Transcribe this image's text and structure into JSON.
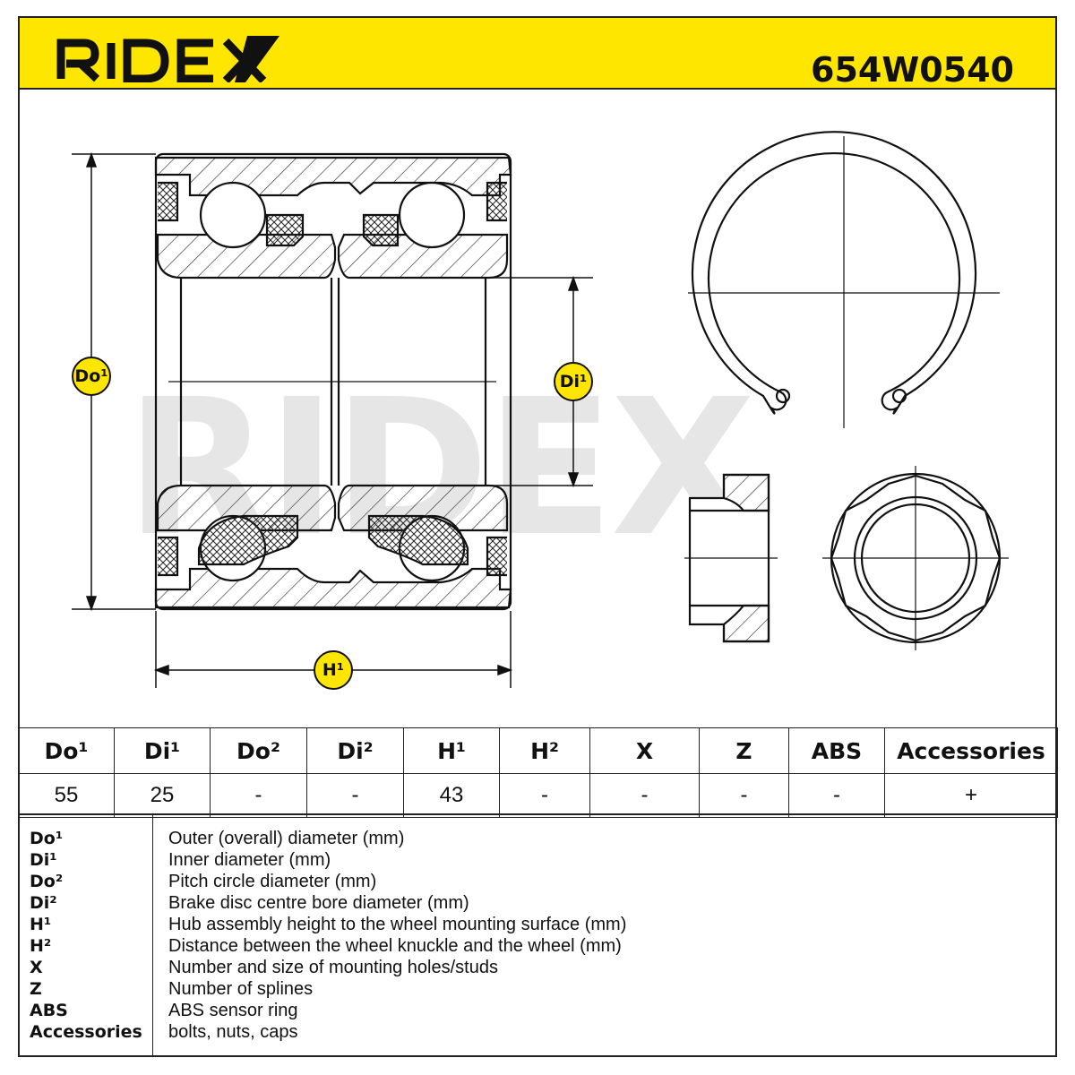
{
  "header": {
    "brand": "RIDEX",
    "part_number": "654W0540"
  },
  "diagram": {
    "watermark": "RIDEX",
    "callouts": {
      "do": "Do¹",
      "di": "Di¹",
      "h": "H¹"
    },
    "colors": {
      "accent": "#FFE600",
      "line": "#111111",
      "watermark": "#e6e6e6"
    }
  },
  "spec_table": {
    "headers": [
      "Do¹",
      "Di¹",
      "Do²",
      "Di²",
      "H¹",
      "H²",
      "X",
      "Z",
      "ABS",
      "Accessories"
    ],
    "values": [
      "55",
      "25",
      "-",
      "-",
      "43",
      "-",
      "-",
      "-",
      "-",
      "+"
    ]
  },
  "legend": [
    {
      "key": "Do¹",
      "desc": "Outer (overall) diameter (mm)"
    },
    {
      "key": "Di¹",
      "desc": "Inner diameter (mm)"
    },
    {
      "key": "Do²",
      "desc": "Pitch circle diameter (mm)"
    },
    {
      "key": "Di²",
      "desc": "Brake disc centre bore diameter (mm)"
    },
    {
      "key": "H¹",
      "desc": "Hub assembly height to the wheel mounting surface (mm)"
    },
    {
      "key": "H²",
      "desc": "Distance between the wheel knuckle and the wheel (mm)"
    },
    {
      "key": "X",
      "desc": "Number and size of mounting holes/studs"
    },
    {
      "key": "Z",
      "desc": "Number of splines"
    },
    {
      "key": "ABS",
      "desc": "ABS sensor ring"
    },
    {
      "key": "Accessories",
      "desc": "bolts, nuts, caps"
    }
  ]
}
